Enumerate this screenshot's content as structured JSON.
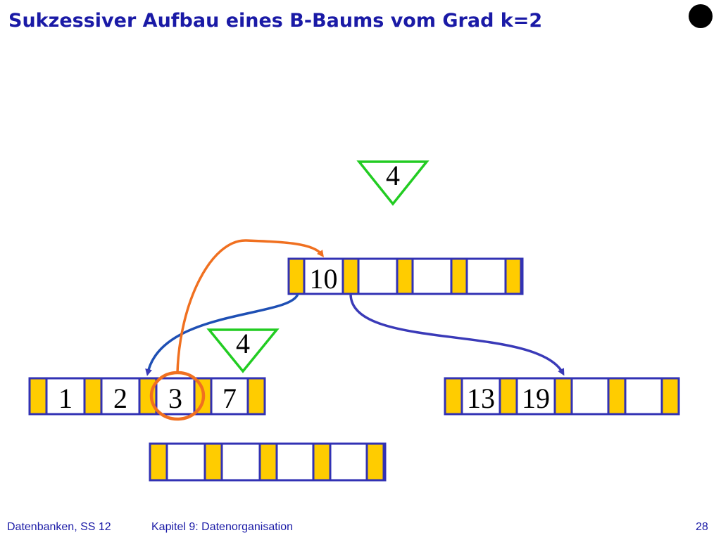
{
  "slide": {
    "title": "Sukzessiver Aufbau eines B-Baums vom Grad k=2",
    "page_number": "28"
  },
  "footer": {
    "course": "Datenbanken, SS 12",
    "chapter": "Kapitel 9: Datenorganisation"
  },
  "colors": {
    "title": "#1a1aa6",
    "node_border": "#3232b4",
    "pointer_slot": "#ffcc00",
    "arrow_blue": "#3a3ab8",
    "arrow_orange": "#f07020",
    "triangle": "#22cc22",
    "circle": "#f07020"
  },
  "diagram": {
    "root_node": {
      "keys": [
        "10",
        "",
        "",
        ""
      ]
    },
    "left_leaf": {
      "keys": [
        "1",
        "2",
        "3",
        "7"
      ]
    },
    "right_leaf": {
      "keys": [
        "13",
        "19",
        "",
        ""
      ]
    },
    "new_node": {
      "keys": [
        "",
        "",
        "",
        ""
      ]
    },
    "triangle_top": {
      "label": "4"
    },
    "triangle_mid": {
      "label": "4"
    },
    "highlighted_key": "3"
  }
}
